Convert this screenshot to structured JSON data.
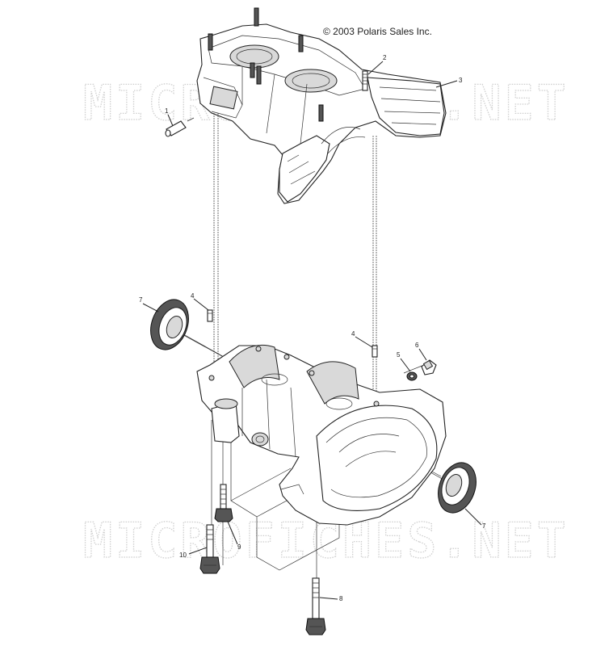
{
  "copyright": "© 2003 Polaris Sales Inc.",
  "watermark_text": "MICROFICHES.NET",
  "callouts": [
    {
      "id": "c1",
      "label": "1"
    },
    {
      "id": "c2",
      "label": "2"
    },
    {
      "id": "c3",
      "label": "3"
    },
    {
      "id": "c4a",
      "label": "4"
    },
    {
      "id": "c4b",
      "label": "4"
    },
    {
      "id": "c5",
      "label": "5"
    },
    {
      "id": "c6",
      "label": "6"
    },
    {
      "id": "c7a",
      "label": "7"
    },
    {
      "id": "c7b",
      "label": "7"
    },
    {
      "id": "c8",
      "label": "8"
    },
    {
      "id": "c9",
      "label": "9"
    },
    {
      "id": "c10",
      "label": "10"
    }
  ]
}
